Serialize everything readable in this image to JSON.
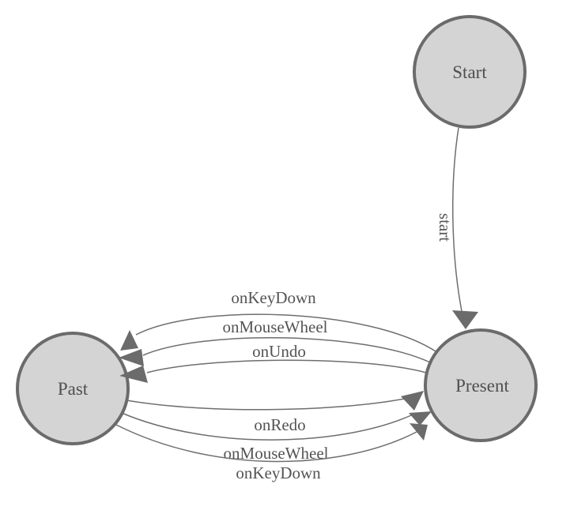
{
  "diagram": {
    "kind": "state-machine-diagram",
    "colors": {
      "background": "#ffffff",
      "node_fill": "#d4d4d4",
      "node_stroke": "#6b6b6b",
      "edge_stroke": "#6e6e6e",
      "arrow_fill": "#6b6b6b",
      "label_text": "#545454"
    }
  },
  "nodes": [
    {
      "id": "start",
      "label": "Start"
    },
    {
      "id": "present",
      "label": "Present"
    },
    {
      "id": "past",
      "label": "Past"
    }
  ],
  "edges": [
    {
      "id": "start-to-present",
      "from": "Start",
      "to": "Present",
      "label": "start"
    },
    {
      "id": "present-to-past-keydown",
      "from": "Present",
      "to": "Past",
      "label": "onKeyDown"
    },
    {
      "id": "present-to-past-mousewheel",
      "from": "Present",
      "to": "Past",
      "label": "onMouseWheel"
    },
    {
      "id": "present-to-past-undo",
      "from": "Present",
      "to": "Past",
      "label": "onUndo"
    },
    {
      "id": "past-to-present-redo",
      "from": "Past",
      "to": "Present",
      "label": "onRedo"
    },
    {
      "id": "past-to-present-mousewheel",
      "from": "Past",
      "to": "Present",
      "label": "onMouseWheel"
    },
    {
      "id": "past-to-present-keydown",
      "from": "Past",
      "to": "Present",
      "label": "onKeyDown"
    }
  ]
}
